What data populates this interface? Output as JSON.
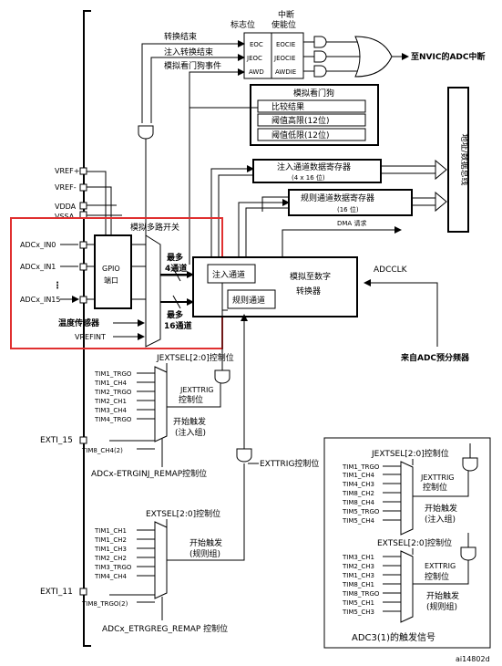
{
  "labels": {
    "flag_header": "标志位",
    "int_enable_header_1": "中断",
    "int_enable_header_2": "使能位",
    "conv_end": "转换结束",
    "inj_conv_end": "注入转换结束",
    "awd_event": "模拟看门狗事件",
    "flags": [
      "EOC",
      "JEOC",
      "AWD"
    ],
    "enables": [
      "EOCIE",
      "JEOCIE",
      "AWDIE"
    ],
    "to_nvic": "至NVIC的ADC中断",
    "watchdog_title": "模拟看门狗",
    "watchdog_rows": [
      "比较结果",
      "阈值高限(12位)",
      "阈值低限(12位)"
    ],
    "address_bus": "地址/数据总线",
    "inj_reg_1": "注入通道数据寄存器",
    "inj_reg_2": "(4 x 16 位)",
    "reg_reg_1": "规则通道数据寄存器",
    "reg_reg_2": "(16 位)",
    "dma_request": "DMA 请求",
    "adcclk": "ADCCLK",
    "from_prescaler": "来自ADC预分频器",
    "vref_plus": "VREF+",
    "vref_minus": "VREF-",
    "vdda": "VDDA",
    "vssa": "VSSA",
    "mux_title": "模拟多路开关",
    "inputs": [
      "ADCx_IN0",
      "ADCx_IN1",
      "ADCx_IN15"
    ],
    "ellipsis": "⋮",
    "gpio_1": "GPIO",
    "gpio_2": "端口",
    "temp_sensor": "温度传感器",
    "vrefint": "VREFINT",
    "max4_1": "最多",
    "max4_2": "4通道",
    "max16_1": "最多",
    "max16_2": "16通道",
    "inj_channel": "注入通道",
    "reg_channel": "规则通道",
    "adc_core_1": "模拟至数字",
    "adc_core_2": "转换器",
    "jextsel_ctrl": "JEXTSEL[2:0]控制位",
    "jext_inputs": [
      "TIM1_TRGO",
      "TIM1_CH4",
      "TIM2_TRGO",
      "TIM2_CH1",
      "TIM3_CH4",
      "TIM4_TRGO"
    ],
    "jexttrig_1": "JEXTTRIG",
    "jexttrig_2": "控制位",
    "start_trig": "开始触发",
    "inj_group": "(注入组)",
    "exti15": "EXTI_15",
    "tim8_ch4": "TIM8_CH4(2)",
    "etrginj_remap": "ADCx-ETRGINJ_REMAP控制位",
    "exttrig_ctrl": "EXTTRIG控制位",
    "extsel_ctrl": "EXTSEL[2:0]控制位",
    "ext_inputs": [
      "TIM1_CH1",
      "TIM1_CH2",
      "TIM1_CH3",
      "TIM2_CH2",
      "TIM3_TRGO",
      "TIM4_CH4"
    ],
    "reg_group": "(规则组)",
    "exti11": "EXTI_11",
    "tim8_trgo": "TIM8_TRGO(2)",
    "etrgreg_remap": "ADCx_ETRGREG_REMAP 控制位",
    "adc3_jextsel": "JEXTSEL[2:0]控制位",
    "adc3_jext_inputs": [
      "TIM1_TRGO",
      "TIM1_CH4",
      "TIM4_CH3",
      "TIM8_CH2",
      "TIM8_CH4",
      "TIM5_TRGO",
      "TIM5_CH4"
    ],
    "adc3_jexttrig_1": "JEXTTRIG",
    "adc3_jexttrig_2": "控制位",
    "adc3_start": "开始触发",
    "adc3_inj_group": "(注入组)",
    "adc3_extsel": "EXTSEL[2:0]控制位",
    "adc3_ext_inputs": [
      "TIM3_CH1",
      "TIM2_CH3",
      "TIM1_CH3",
      "TIM8_CH1",
      "TIM8_TRGO",
      "TIM5_CH1",
      "TIM5_CH3"
    ],
    "adc3_exttrig_1": "EXTTRIG",
    "adc3_exttrig_2": "控制位",
    "adc3_start2": "开始触发",
    "adc3_reg_group": "(规则组)",
    "adc3_trigger": "ADC3(1)的触发信号",
    "figure_id": "ai14802d"
  },
  "colors": {
    "highlight": "#e03030",
    "line": "#000000"
  }
}
